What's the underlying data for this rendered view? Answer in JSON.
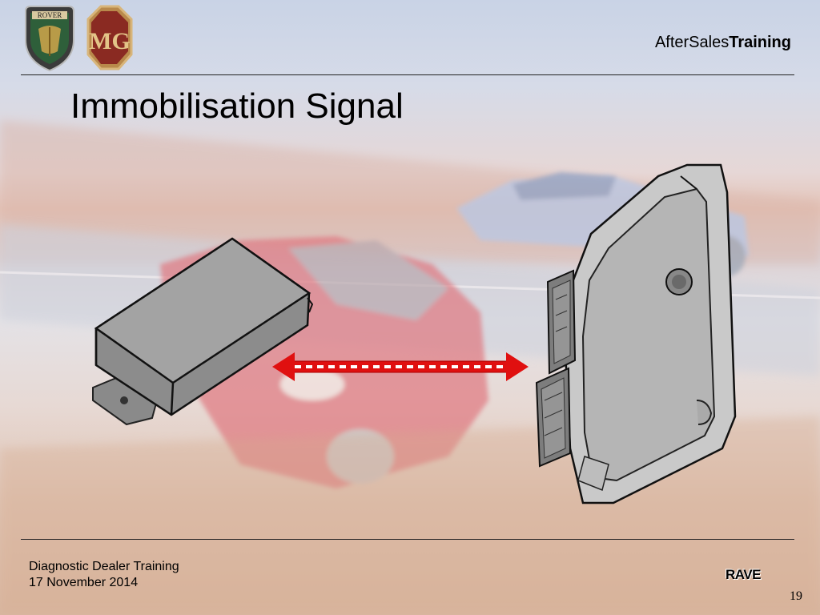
{
  "header": {
    "brand_regular": "AfterSales",
    "brand_bold": "Training",
    "logos": [
      {
        "name": "rover-logo",
        "text": "ROVER"
      },
      {
        "name": "mg-logo",
        "text": "MG"
      }
    ]
  },
  "slide": {
    "title": "Immobilisation Signal",
    "arrow_color": "#e01010"
  },
  "footer": {
    "course": "Diagnostic Dealer Training",
    "date": "17 November 2014",
    "logo_text": "RAVE",
    "page_number": "19"
  }
}
